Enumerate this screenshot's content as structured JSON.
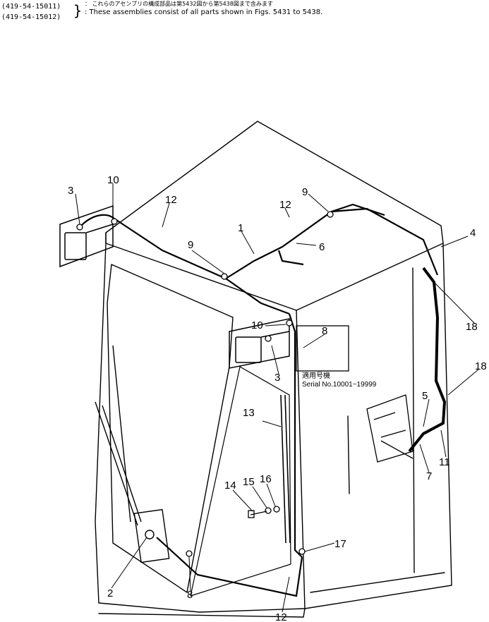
{
  "header": {
    "part_ids": [
      "(419-54-15011)",
      "(419-54-15012)"
    ],
    "brace": "}",
    "note_jp": "： これらのアセンブリの構成部品は第5432図から第5438図まで含みます",
    "note_en": ": These assemblies consist of all parts shown in Figs. 5431 to 5438."
  },
  "callouts": [
    "1",
    "2",
    "3",
    "3",
    "4",
    "5",
    "6",
    "7",
    "8",
    "8",
    "9",
    "9",
    "10",
    "10",
    "11",
    "12",
    "12",
    "12",
    "13",
    "14",
    "15",
    "16",
    "17",
    "18",
    "18"
  ],
  "serial_box": {
    "title_jp": "適用号機",
    "serial": "Serial No.10001~19999"
  },
  "colors": {
    "ink": "#000000",
    "paper": "#ffffff"
  }
}
